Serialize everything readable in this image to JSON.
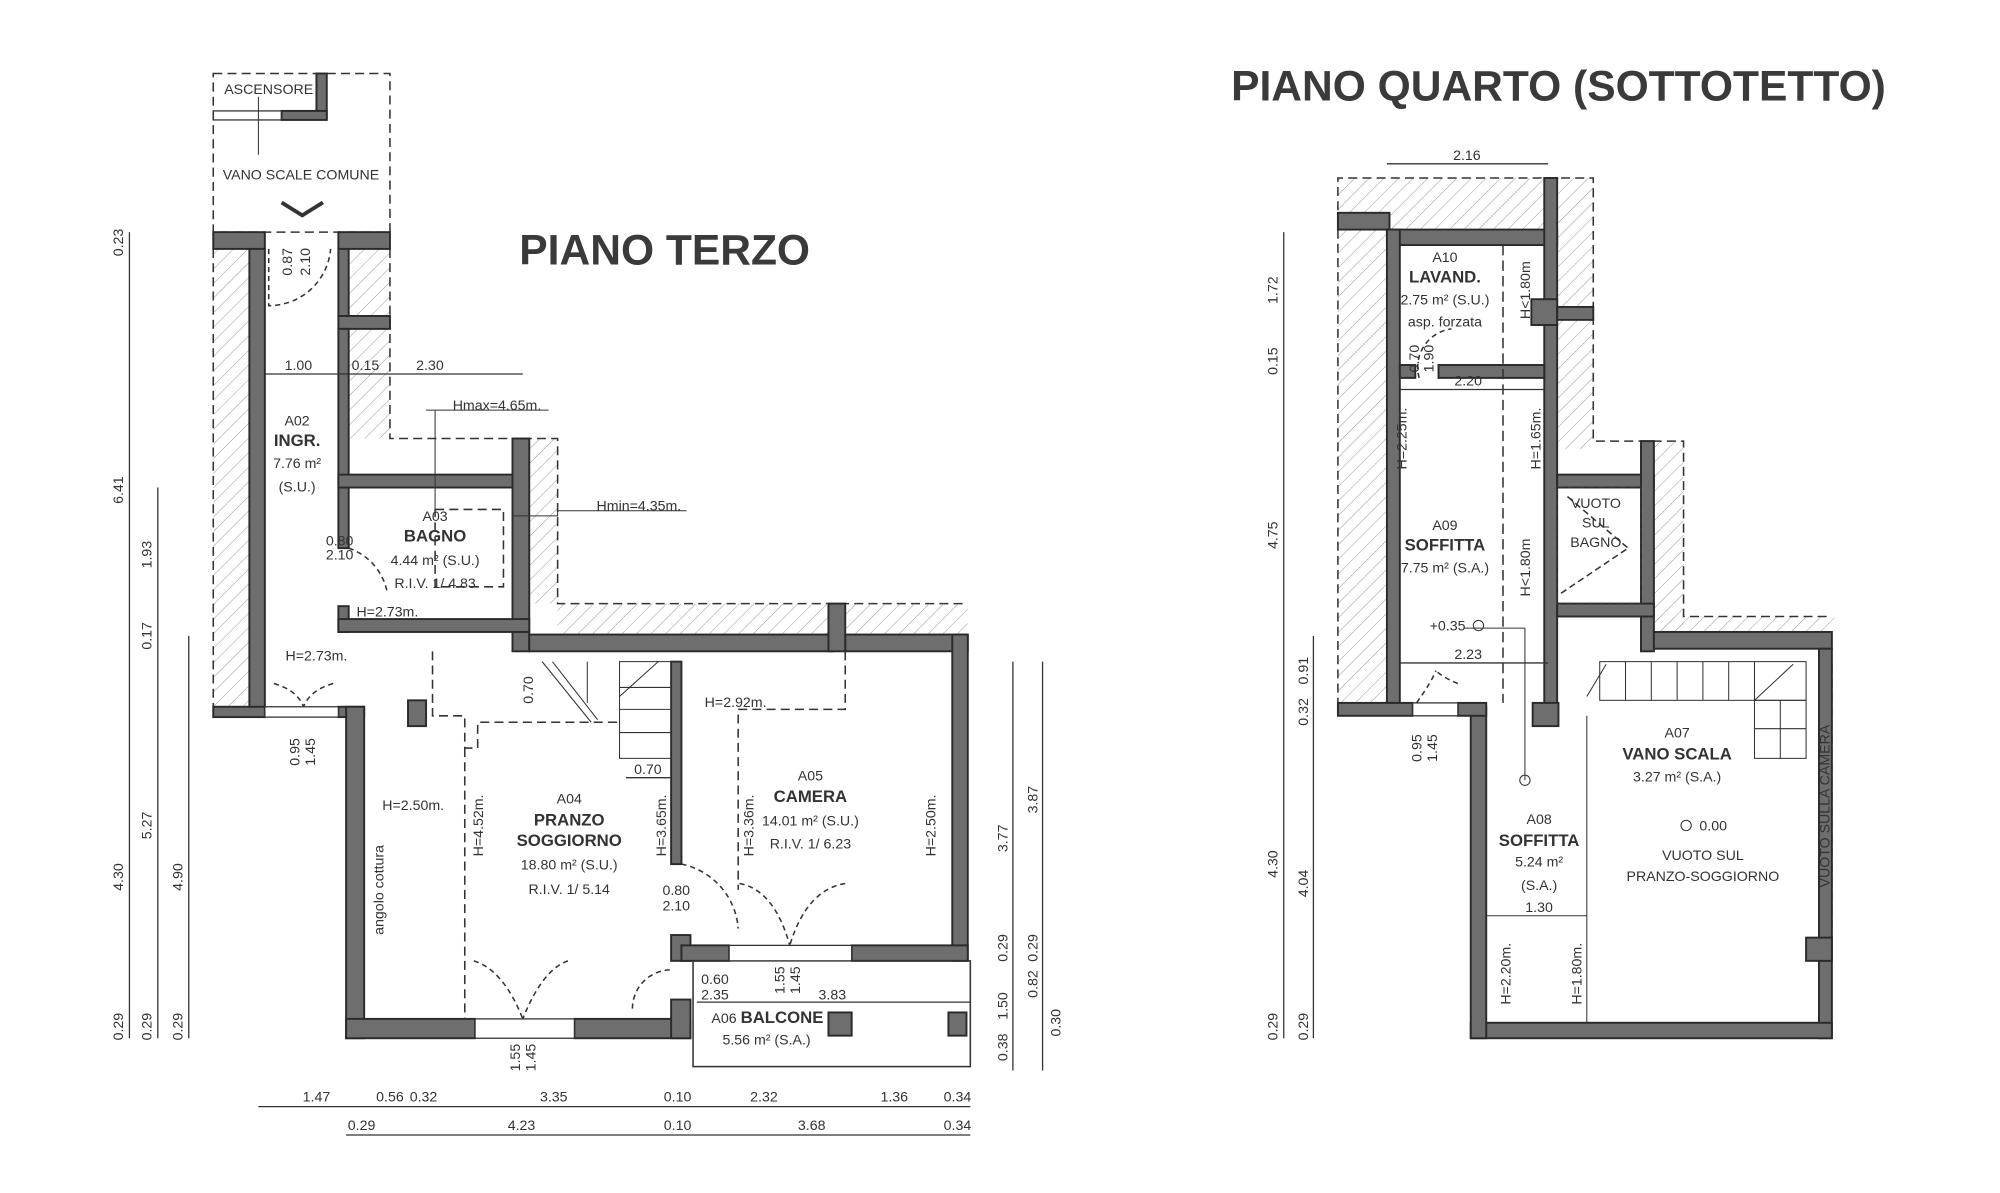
{
  "left": {
    "title": "PIANO TERZO",
    "ascensore": "ASCENSORE",
    "vano_scale": "VANO SCALE COMUNE",
    "hmax": "Hmax=4.65m.",
    "hmin": "Hmin=4.35m.",
    "a02": {
      "code": "A02",
      "name": "INGR.",
      "area": "7.76 m²",
      "type": "(S.U.)"
    },
    "a03": {
      "code": "A03",
      "name": "BAGNO",
      "area": "4.44 m² (S.U.)",
      "riv": "R.I.V. 1/ 4.83",
      "h": "H=2.73m."
    },
    "a04": {
      "code": "A04",
      "name1": "PRANZO",
      "name2": "SOGGIORNO",
      "area": "18.80 m² (S.U.)",
      "riv": "R.I.V. 1/ 5.14",
      "h_left": "H=4.52m.",
      "h_right": "H=3.65m."
    },
    "a05": {
      "code": "A05",
      "name": "CAMERA",
      "area": "14.01 m² (S.U.)",
      "riv": "R.I.V. 1/ 6.23",
      "h_left": "H=3.36m.",
      "h_right": "H=2.50m.",
      "h_top": "H=2.92m."
    },
    "a06": {
      "code": "A06",
      "name": "BALCONE",
      "area": "5.56 m² (S.A.)"
    },
    "corridor_h": "H=2.73m.",
    "kitchen_h": "H=2.50m.",
    "kitchen_label": "angolo cottura",
    "openings": {
      "entry": [
        "0.87",
        "2.10"
      ],
      "bagno_door": [
        "0.80",
        "2.10"
      ],
      "window_left": [
        "0.95",
        "1.45"
      ],
      "camera_door": [
        "0.80",
        "2.10"
      ],
      "balcony_door": [
        "0.60",
        "2.35"
      ],
      "camera_window": [
        "1.55",
        "1.45"
      ],
      "soggiorno_window": [
        "1.55",
        "1.45"
      ]
    },
    "inner_dims": {
      "d100": "1.00",
      "d015": "0.15",
      "d230": "2.30",
      "stair_070_v": "0.70",
      "stair_070_h": "0.70",
      "balcony_383": "3.83"
    },
    "bottom_row1": [
      "1.47",
      "0.56",
      "0.32",
      "3.35",
      "0.10",
      "2.32",
      "1.36",
      "0.34"
    ],
    "bottom_row2": [
      "0.29",
      "4.23",
      "0.10",
      "3.68",
      "0.34"
    ],
    "left_dims": [
      "0.23",
      "6.41",
      "1.93",
      "0.17",
      "5.27",
      "4.30",
      "4.90",
      "0.29",
      "0.29",
      "0.29"
    ],
    "right_dims": [
      "3.77",
      "3.87",
      "0.29",
      "0.29",
      "1.50",
      "0.82",
      "0.38",
      "0.30"
    ]
  },
  "right": {
    "title": "PIANO QUARTO (SOTTOTETTO)",
    "top_dim": "2.16",
    "a10": {
      "code": "A10",
      "name": "LAVAND.",
      "area": "2.75 m² (S.U.)",
      "note": "asp. forzata",
      "h": "H<1.80m"
    },
    "a09": {
      "code": "A09",
      "name": "SOFFITTA",
      "area": "7.75 m² (S.A.)",
      "h_left": "H=2.25m.",
      "h_right": "H=1.65m.",
      "h_low": "H<1.80m",
      "level": "+0.35"
    },
    "vuoto_bagno": [
      "VUOTO",
      "SUL",
      "BAGNO"
    ],
    "a07": {
      "code": "A07",
      "name": "VANO SCALA",
      "area": "3.27 m² (S.A.)",
      "level": "0.00",
      "vuoto1": "VUOTO SUL",
      "vuoto2": "PRANZO-SOGGIORNO"
    },
    "vuoto_camera": "VUOTO SULLA CAMERA",
    "a08": {
      "code": "A08",
      "name": "SOFFITTA",
      "area": "5.24 m²",
      "type": "(S.A.)",
      "h_left": "H=2.20m.",
      "h_right": "H=1.80m."
    },
    "openings": {
      "lavand_door": [
        "0.70",
        "1.90"
      ],
      "window": [
        "0.95",
        "1.45"
      ]
    },
    "inner_dims": {
      "d220": "2.20",
      "d223": "2.23",
      "d130": "1.30"
    },
    "left_dims": [
      "1.72",
      "0.15",
      "4.75",
      "0.91",
      "0.32",
      "4.30",
      "4.04",
      "0.29",
      "0.29"
    ]
  }
}
